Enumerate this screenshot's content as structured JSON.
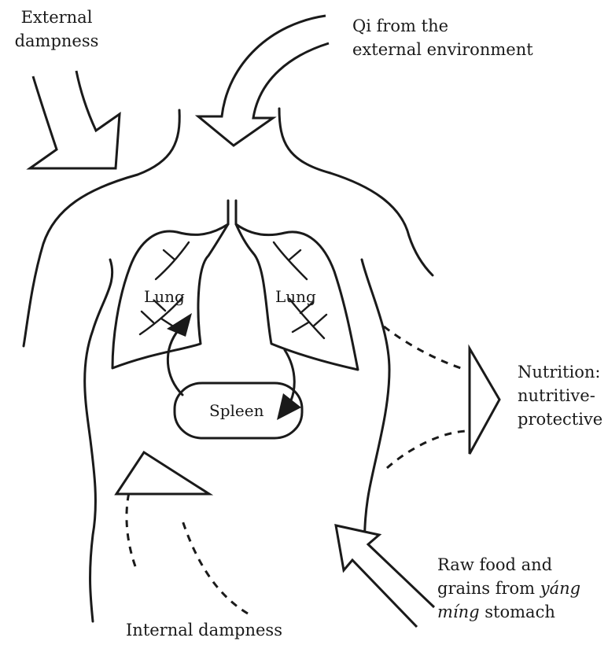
{
  "labels": {
    "external_dampness": [
      "External",
      "dampness"
    ],
    "qi_external": [
      "Qi from the",
      "external environment"
    ],
    "lung_left": "Lung",
    "lung_right": "Lung",
    "spleen": "Spleen",
    "nutrition": [
      "Nutrition:",
      "nutritive-",
      "protective"
    ],
    "raw_food": {
      "line1": "Raw food and",
      "line2_prefix": "grains from ",
      "line2_italic": "yáng",
      "line3_italic": "míng",
      "line3_suffix": " stomach"
    },
    "internal_dampness": "Internal dampness"
  },
  "colors": {
    "ink": "#1a1a1a",
    "background": "#ffffff"
  }
}
